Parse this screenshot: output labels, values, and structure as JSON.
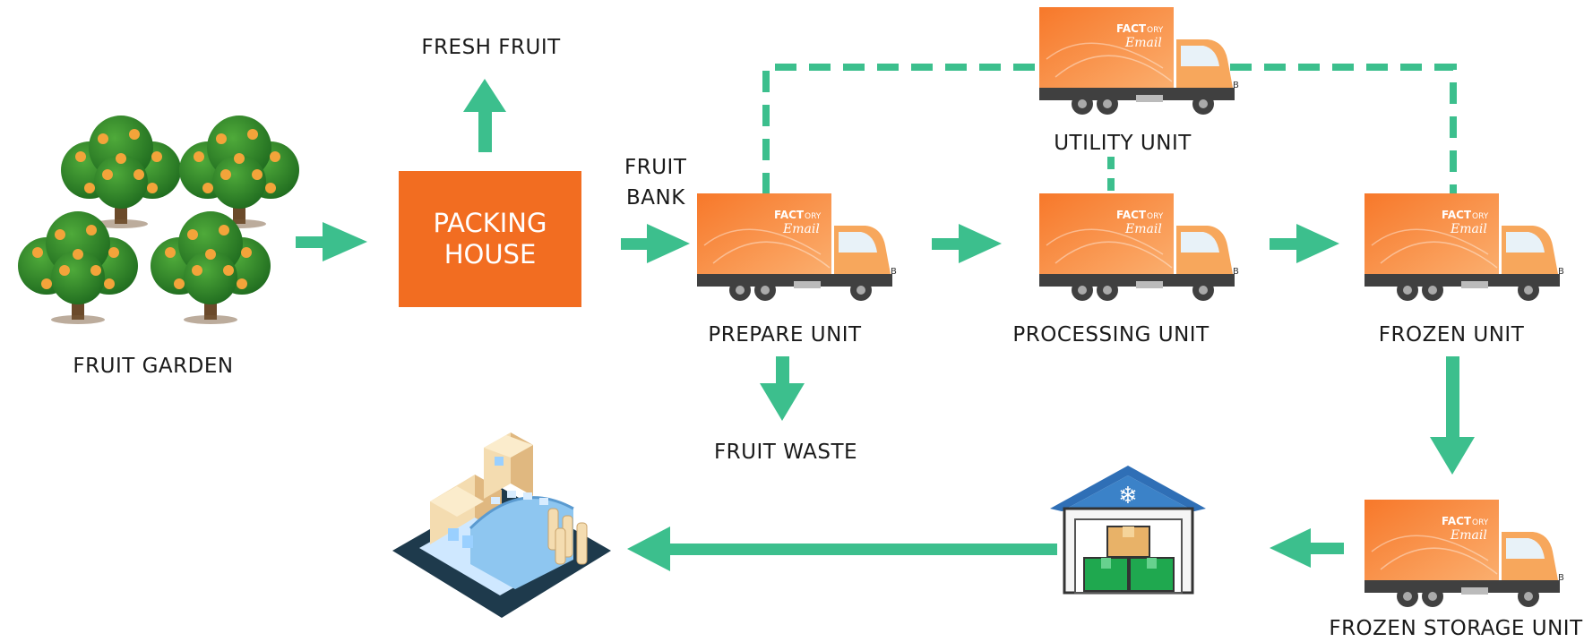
{
  "diagram": {
    "labels": {
      "fresh_fruit": "FRESH FRUIT",
      "fruit_bank_1": "FRUIT",
      "fruit_bank_2": "BANK",
      "utility_unit": "UTILITY UNIT",
      "fruit_garden": "FRUIT GARDEN",
      "prepare_unit": "PREPARE UNIT",
      "processing_unit": "PROCESSING UNIT",
      "frozen_unit": "FROZEN UNIT",
      "fruit_waste": "FRUIT WASTE",
      "frozen_storage_unit": "FROZEN STORAGE UNIT",
      "packing_house_1": "PACKING",
      "packing_house_2": "HOUSE"
    },
    "truck_brand_top": "FACT",
    "truck_brand_sub": "ORY",
    "truck_brand_script": "Email",
    "truck_side_mark": "B",
    "colors": {
      "flow_arrow": "#3cbf8d",
      "packing_house": "#f26d21",
      "truck_body": "#f58a3a",
      "tree_leaf": "#2f8a2a",
      "fruit": "#f3a43a",
      "warehouse_roof": "#2f6fb6",
      "box_green": "#1fa84f",
      "box_tan": "#e8b268"
    }
  }
}
